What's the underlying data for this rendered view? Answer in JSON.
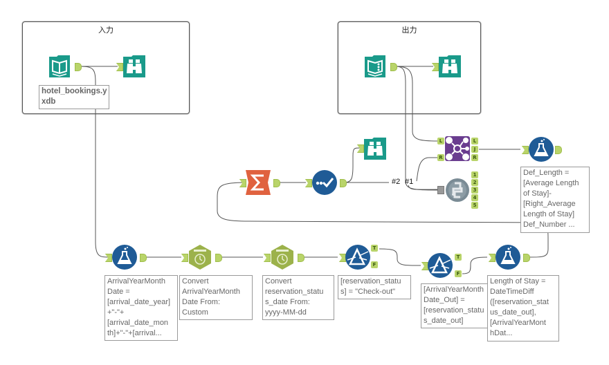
{
  "containers": [
    {
      "title": "入力"
    },
    {
      "title": "出力"
    }
  ],
  "annotations": {
    "input_file": "hotel_bookings.y\nxdb",
    "formula_def": "Def_Length =\n[Average Length\nof Stay]-\n[Right_Average\nLength of Stay]\nDef_Number ...",
    "formula_arrival": "ArrivalYearMonth\nDate =\n[arrival_date_year]\n+\"-\"+\n[arrival_date_mon\nth]+\"-\"+[arrival...",
    "datetime1": "Convert\nArrivalYearMonth\nDate From:\nCustom",
    "datetime2": "Convert\nreservation_statu\ns_date From:\nyyyy-MM-dd",
    "filter1": "[reservation_statu\ns] = \"Check-out\"",
    "filter2": "[ArrivalYearMonth\nDate_Out] =\n[reservation_statu\ns_date_out]",
    "formula_los": "Length of Stay =\nDateTimeDiff\n([reservation_stat\nus_date_out],\n[ArrivalYearMont\nhDat..."
  },
  "anchors": {
    "join_in_left": "L",
    "join_in_right": "R",
    "join_out_left": "L",
    "join_out_join": "J",
    "join_out_right": "R",
    "filter_true": "T",
    "filter_false": "F",
    "python_out": [
      "1",
      "2",
      "3",
      "4",
      "5"
    ]
  },
  "connection_labels": {
    "conn2": "#2",
    "conn1": "#1"
  },
  "colors": {
    "teal": "#1a9a8a",
    "navy": "#1f5b96",
    "purple": "#6a3d8f",
    "orange": "#e0623f",
    "olive": "#9cb24b",
    "gray": "#7a8b95",
    "anchor": "#b9d46a"
  }
}
